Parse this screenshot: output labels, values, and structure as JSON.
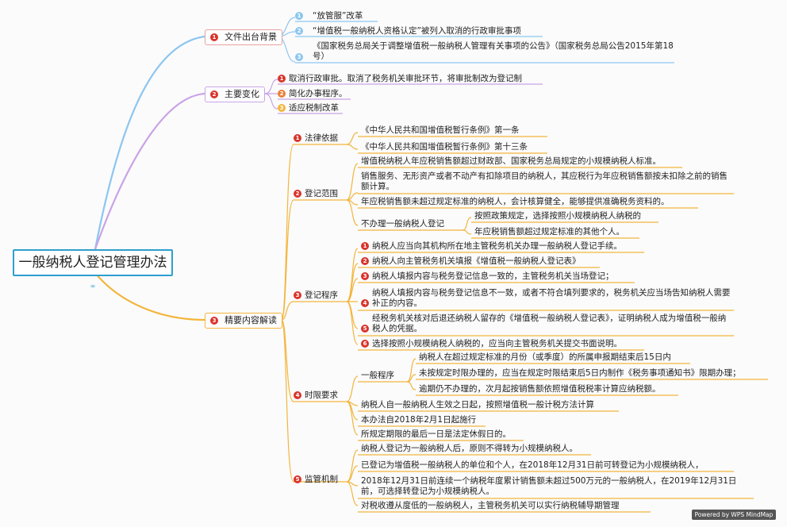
{
  "root": {
    "title": "一般纳税人登记管理办法",
    "link_icon": "link-icon"
  },
  "colors": {
    "blue": "#8cc6f0",
    "purple": "#c9a4e6",
    "orange": "#f3b53d",
    "red": "#d9342b"
  },
  "branch1": {
    "label": "文件出台背景",
    "items": [
      "“放管服”改革",
      "“增值税一般纳税人资格认定”被列入取消的行政审批事项",
      "《国家税务总局关于调整增值税一般纳税人管理有关事项的公告》（国家税务总局公告2015年第18号）"
    ]
  },
  "branch2": {
    "label": "主要变化",
    "items": [
      "取消行政审批。取消了税务机关审批环节，将审批制改为登记制",
      "简化办事程序。",
      "适应税制改革"
    ]
  },
  "branch3": {
    "label": "精要内容解读",
    "legal": {
      "label": "法律依据",
      "items": [
        "《中华人民共和国增值税暂行条例》第一条",
        "《中华人民共和国增值税暂行条例》第十三条"
      ]
    },
    "scope": {
      "label": "登记范围",
      "items": [
        "增值税纳税人年应税销售额超过财政部、国家税务总局规定的小规模纳税人标准。",
        "销售服务、无形资产或者不动产有扣除项目的纳税人，其应税行为年应税销售额按未扣除之前的销售额计算。",
        "年应税销售额未超过规定标准的纳税人，会计核算健全，能够提供准确税务资料的。"
      ],
      "exclude_label": "不办理一般纳税人登记",
      "exclude_items": [
        "按照政策规定，选择按照小规模纳税人纳税的",
        "年应税销售额超过规定标准的其他个人。"
      ]
    },
    "procedure": {
      "label": "登记程序",
      "items": [
        "纳税人应当向其机构所在地主管税务机关办理一般纳税人登记手续。",
        "纳税人向主管税务机关填报《增值税一般纳税人登记表》",
        "纳税人填报内容与税务登记信息一致的，主管税务机关当场登记；",
        "纳税人填报内容与税务登记信息不一致，或者不符合填列要求的，税务机关应当场告知纳税人需要补正的内容。",
        "经税务机关核对后退还纳税人留存的《增值税一般纳税人登记表》，证明纳税人成为增值税一般纳税人的凭据。",
        "选择按照小规模纳税人纳税的，应当向主管税务机关提交书面说明。"
      ]
    },
    "deadline": {
      "label": "时限要求",
      "general_label": "一般程序",
      "general_items": [
        "纳税人在超过规定标准的月份（或季度）的所属申报期结束后15日内",
        "未按规定时限办理的，应当在规定时限结束后5日内制作《税务事项通知书》限期办理；",
        "逾期仍不办理的，次月起按销售额依照增值税税率计算应纳税额。"
      ],
      "items": [
        "纳税人自一般纳税人生效之日起，按照增值税一般计税方法计算",
        "本办法自2018年2月1日起施行",
        "所规定期限的最后一日是法定休假日的。"
      ]
    },
    "supervision": {
      "label": "监管机制",
      "items": [
        "纳税人登记为一般纳税人后，原则不得转为小规模纳税人。",
        "已登记为增值税一般纳税人的单位和个人，在2018年12月31日前可转登记为小规模纳税人，",
        "2018年12月31日前连续一个纳税年度累计销售额未超过500万元的一般纳税人，在2019年12月31日前，可选择转登记为小规模纳税人。",
        "对税收遵从度低的一般纳税人，主管税务机关可以实行纳税辅导期管理"
      ]
    }
  },
  "watermark": "Powered by WPS MindMap"
}
